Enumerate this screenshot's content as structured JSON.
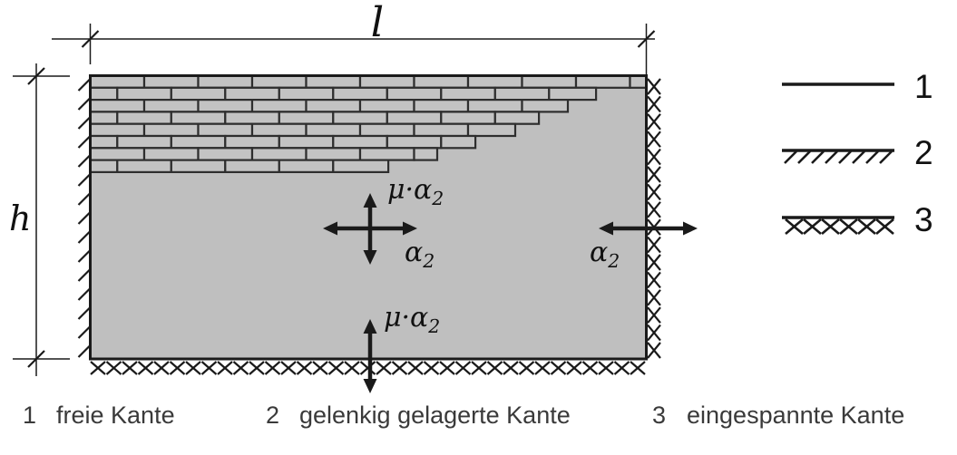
{
  "dimensions": {
    "length_label": "l",
    "height_label": "h"
  },
  "annotations": {
    "center_vertical": {
      "base": "μ·α",
      "sub": "2"
    },
    "center_horizontal": {
      "base": "α",
      "sub": "2"
    },
    "right_edge": {
      "base": "α",
      "sub": "2"
    },
    "bottom_edge": {
      "base": "μ·α",
      "sub": "2"
    }
  },
  "legend": {
    "items": [
      {
        "number": "1",
        "symbol": "plain-line"
      },
      {
        "number": "2",
        "symbol": "diagonal-hatched-line"
      },
      {
        "number": "3",
        "symbol": "cross-hatched-line"
      }
    ]
  },
  "caption": {
    "items": [
      {
        "number": "1",
        "label": "freie Kante"
      },
      {
        "number": "2",
        "label": "gelenkig gelagerte Kante"
      },
      {
        "number": "3",
        "label": "eingespannte Kante"
      }
    ]
  },
  "colors": {
    "wall_fill": "#bfbfbf",
    "brick_fill": "#c3c3c3",
    "brick_joint": "#2e2e2e",
    "line": "#1a1a1a",
    "text": "#3a3a3a"
  }
}
